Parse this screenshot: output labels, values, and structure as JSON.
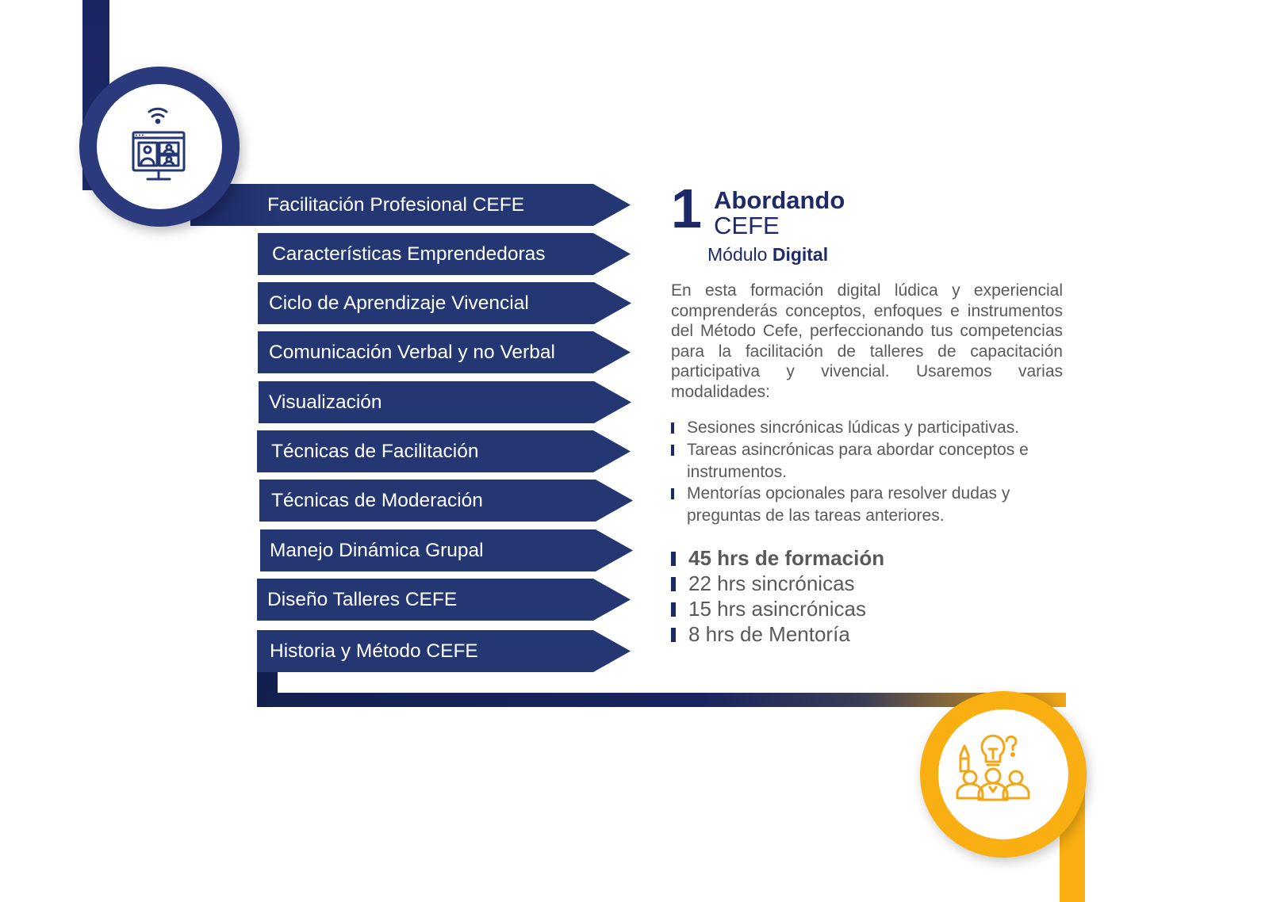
{
  "modules": [
    "Facilitación Profesional CEFE",
    "Características Emprendedoras",
    "Ciclo de Aprendizaje Vivencial",
    "Comunicación Verbal y no Verbal",
    "Visualización",
    "Técnicas de Facilitación",
    "Técnicas de Moderación",
    "Manejo Dinámica Grupal",
    "Diseño Talleres CEFE",
    "Historia y Método CEFE"
  ],
  "module_info": {
    "number": "1",
    "title_line1": "Abordando",
    "title_line2": "CEFE",
    "subtitle_prefix": "Módulo",
    "subtitle_bold": "Digital",
    "description": "En esta formación digital lúdica y experiencial comprenderás conceptos, enfoques e instrumentos del Método Cefe, perfeccionando tus competencias para la facilitación de talleres de capacitación participativa y vivencial. Usaremos varias modalidades:",
    "modalities": [
      "Sesiones sincrónicas lúdicas y participativas.",
      "Tareas asincrónicas para abordar conceptos e instrumentos.",
      "Mentorías opcionales para resolver dudas y preguntas de las tareas anteriores."
    ],
    "hours": [
      "45 hrs de formación",
      "22 hrs sincrónicas",
      "15 hrs asincrónicas",
      "8 hrs de Mentoría"
    ]
  },
  "icons": {
    "top": "video-conference-icon",
    "bottom": "team-ideas-icon"
  },
  "colors": {
    "navy": "#253772",
    "dark_navy": "#1e2a68",
    "orange": "#f9ae11",
    "text_gray": "#595959"
  }
}
